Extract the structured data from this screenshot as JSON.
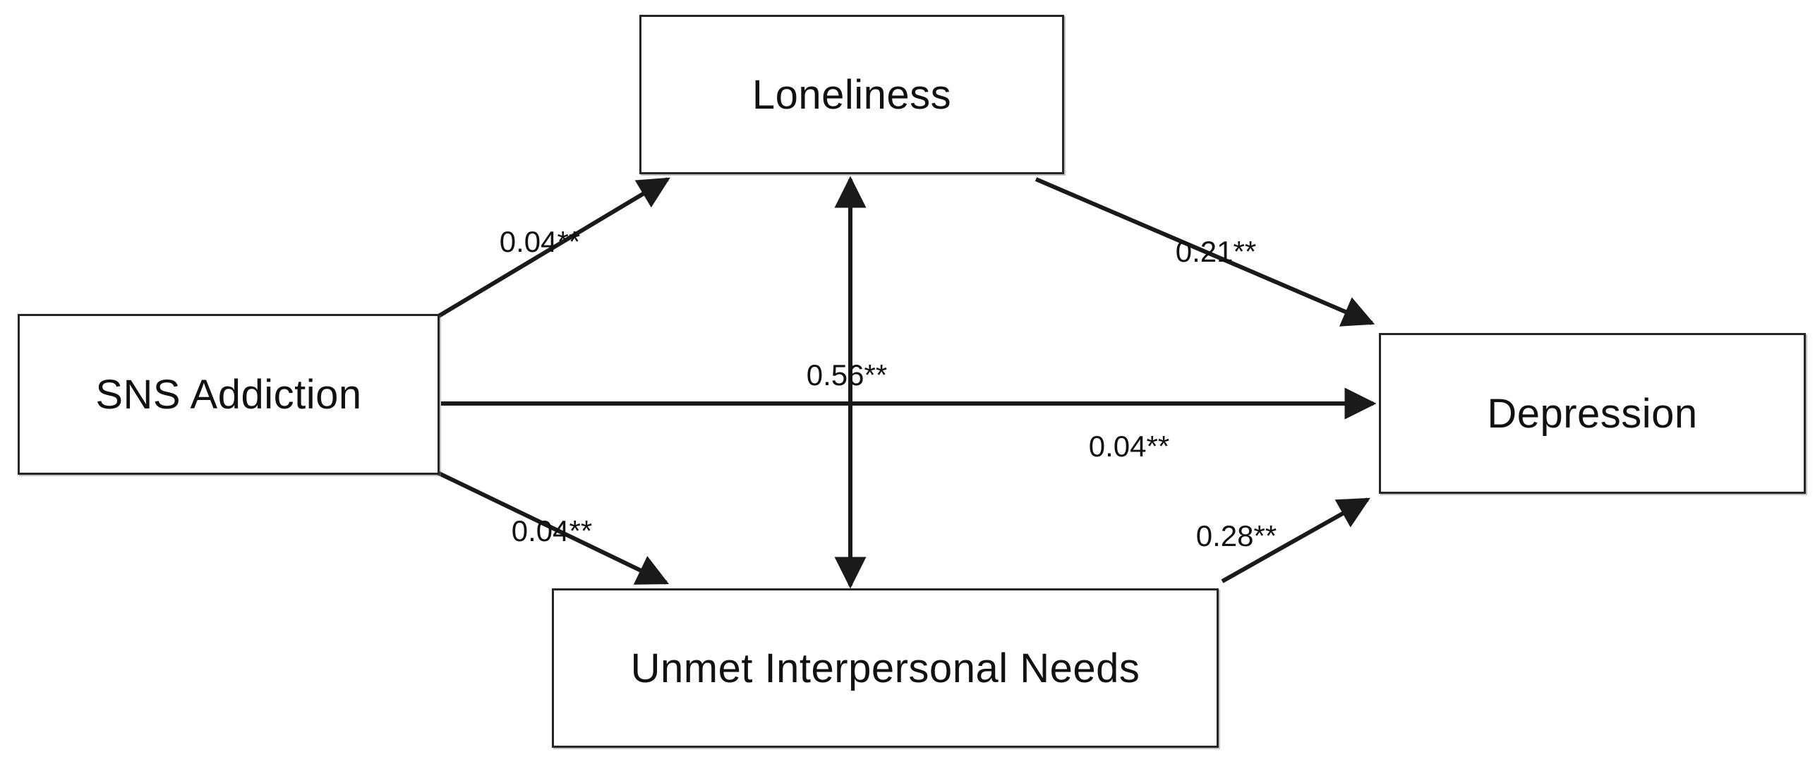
{
  "diagram": {
    "type": "path-model",
    "background": "#ffffff",
    "colors": {
      "line": "#1a1a1a",
      "box_border": "#262626",
      "box_fill": "#ffffff",
      "text": "#111111"
    },
    "nodes": {
      "loneliness": {
        "label": "Loneliness"
      },
      "sns_addiction": {
        "label": "SNS Addiction"
      },
      "depression": {
        "label": "Depression"
      },
      "unmet_interpersonal_needs": {
        "label": "Unmet Interpersonal Needs"
      }
    },
    "edges": [
      {
        "from": "sns_addiction",
        "to": "loneliness",
        "type": "directed",
        "label": "0.04**"
      },
      {
        "from": "loneliness",
        "to": "depression",
        "type": "directed",
        "label": "0.21**"
      },
      {
        "from": "sns_addiction",
        "to": "depression",
        "type": "directed",
        "label": "0.56**"
      },
      {
        "from": "sns_addiction",
        "to": "depression",
        "type": "directed",
        "label": "0.04**"
      },
      {
        "from": "sns_addiction",
        "to": "unmet_interpersonal_needs",
        "type": "directed",
        "label": "0.04**"
      },
      {
        "from": "unmet_interpersonal_needs",
        "to": "depression",
        "type": "directed",
        "label": "0.28**"
      },
      {
        "from": "loneliness",
        "to": "unmet_interpersonal_needs",
        "type": "bidirectional",
        "label": ""
      }
    ]
  }
}
